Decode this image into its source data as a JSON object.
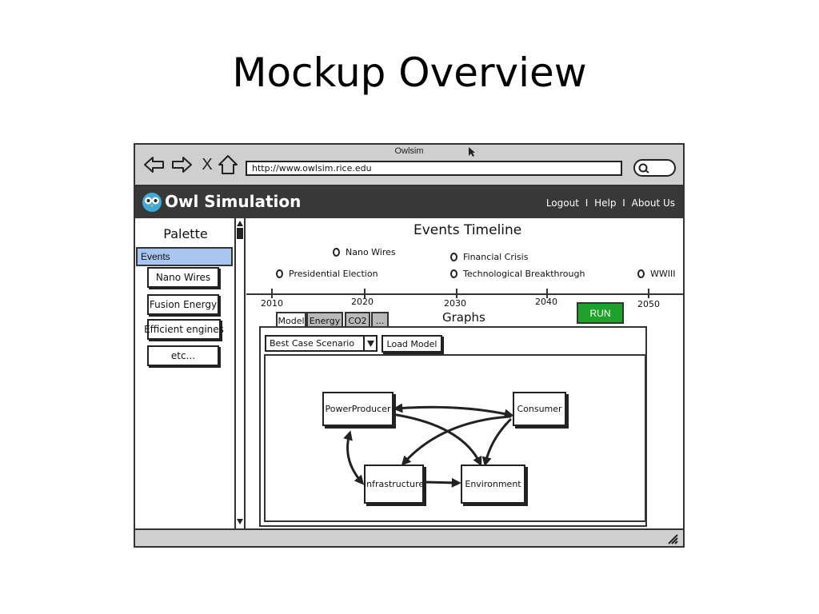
{
  "slide": {
    "title": "Mockup Overview"
  },
  "browser": {
    "window_title": "Owlsim",
    "url": "http://www.owlsim.rice.edu",
    "stop_glyph": "X"
  },
  "app": {
    "name": "Owl Simulation",
    "links": [
      "Logout",
      "Help",
      "About Us"
    ],
    "link_separator": "I"
  },
  "palette": {
    "title": "Palette",
    "category": "Events",
    "items": [
      "Nano Wires",
      "Fusion Energy",
      "Efficient engines",
      "etc..."
    ]
  },
  "timeline": {
    "title": "Events Timeline",
    "events": [
      "Nano Wires",
      "Financial Crisis",
      "Presidential Election",
      "Technological Breakthrough",
      "WWIII"
    ],
    "years": [
      "2010",
      "2020",
      "2030",
      "2040",
      "2050"
    ],
    "run_label": "RUN"
  },
  "graphs": {
    "label": "Graphs",
    "tabs": [
      "Model",
      "Energy",
      "CO2",
      "..."
    ],
    "active_tab": "Model"
  },
  "model": {
    "scenario": "Best Case Scenario",
    "load_label": "Load Model",
    "nodes": [
      "PowerProducer",
      "Consumer",
      "Infrastructure",
      "Environment"
    ]
  },
  "colors": {
    "run_button": "#1ea22a",
    "events_highlight": "#a8c6f0",
    "header_bg": "#383838"
  }
}
